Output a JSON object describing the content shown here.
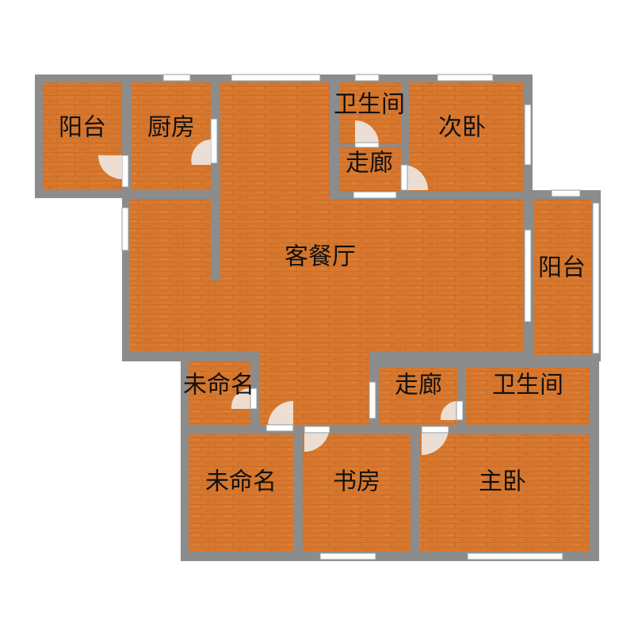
{
  "colors": {
    "floor": "#d8782e",
    "floor_dark": "#a8521c",
    "wall": "#8c8c8c",
    "window": "#ffffff",
    "door": "#f0f0f0"
  },
  "rooms": [
    {
      "id": "balcony-west",
      "label": "阳台"
    },
    {
      "id": "kitchen",
      "label": "厨房"
    },
    {
      "id": "bathroom-north",
      "label": "卫生间"
    },
    {
      "id": "second-bedroom",
      "label": "次卧"
    },
    {
      "id": "corridor-north",
      "label": "走廊"
    },
    {
      "id": "living-dining",
      "label": "客餐厅"
    },
    {
      "id": "balcony-east",
      "label": "阳台"
    },
    {
      "id": "unnamed-small",
      "label": "未命名"
    },
    {
      "id": "corridor-south",
      "label": "走廊"
    },
    {
      "id": "bathroom-south",
      "label": "卫生间"
    },
    {
      "id": "unnamed-large",
      "label": "未命名"
    },
    {
      "id": "study",
      "label": "书房"
    },
    {
      "id": "master-bedroom",
      "label": "主卧"
    }
  ]
}
